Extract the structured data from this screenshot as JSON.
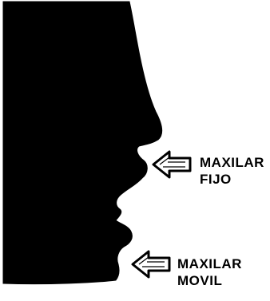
{
  "profile": {
    "fill_color": "#000000",
    "background_color": "#ffffff"
  },
  "arrows": [
    {
      "icon": "left-arrow-icon",
      "fill_color": "#ffffff",
      "outline_color": "#000000"
    },
    {
      "icon": "left-arrow-icon",
      "fill_color": "#ffffff",
      "outline_color": "#000000"
    }
  ],
  "labels": {
    "upper": {
      "line1": "MAXILAR",
      "line2": "FIJO"
    },
    "lower": {
      "line1": "MAXILAR",
      "line2": "MOVIL"
    }
  }
}
